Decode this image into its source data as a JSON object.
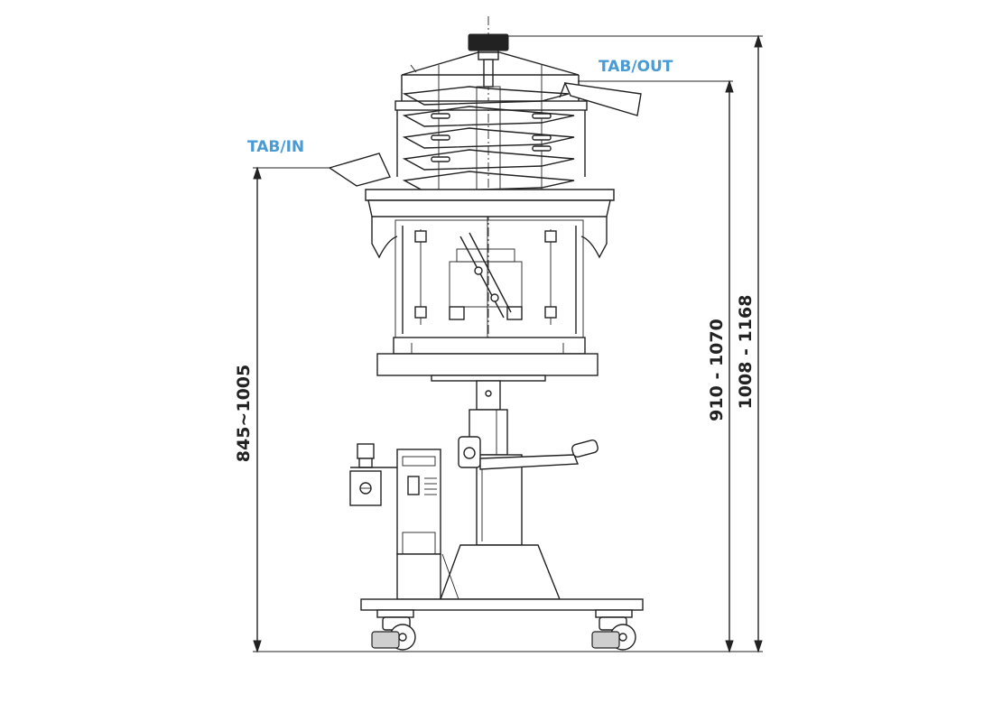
{
  "labels": {
    "tab_out": "TAB/OUT",
    "tab_in": "TAB/IN"
  },
  "dimensions": {
    "left": "845~1005",
    "right_inner": "910 - 1070",
    "right_outer": "1008 - 1168"
  },
  "colors": {
    "label_blue": "#4a9ad4",
    "line": "#222222"
  }
}
